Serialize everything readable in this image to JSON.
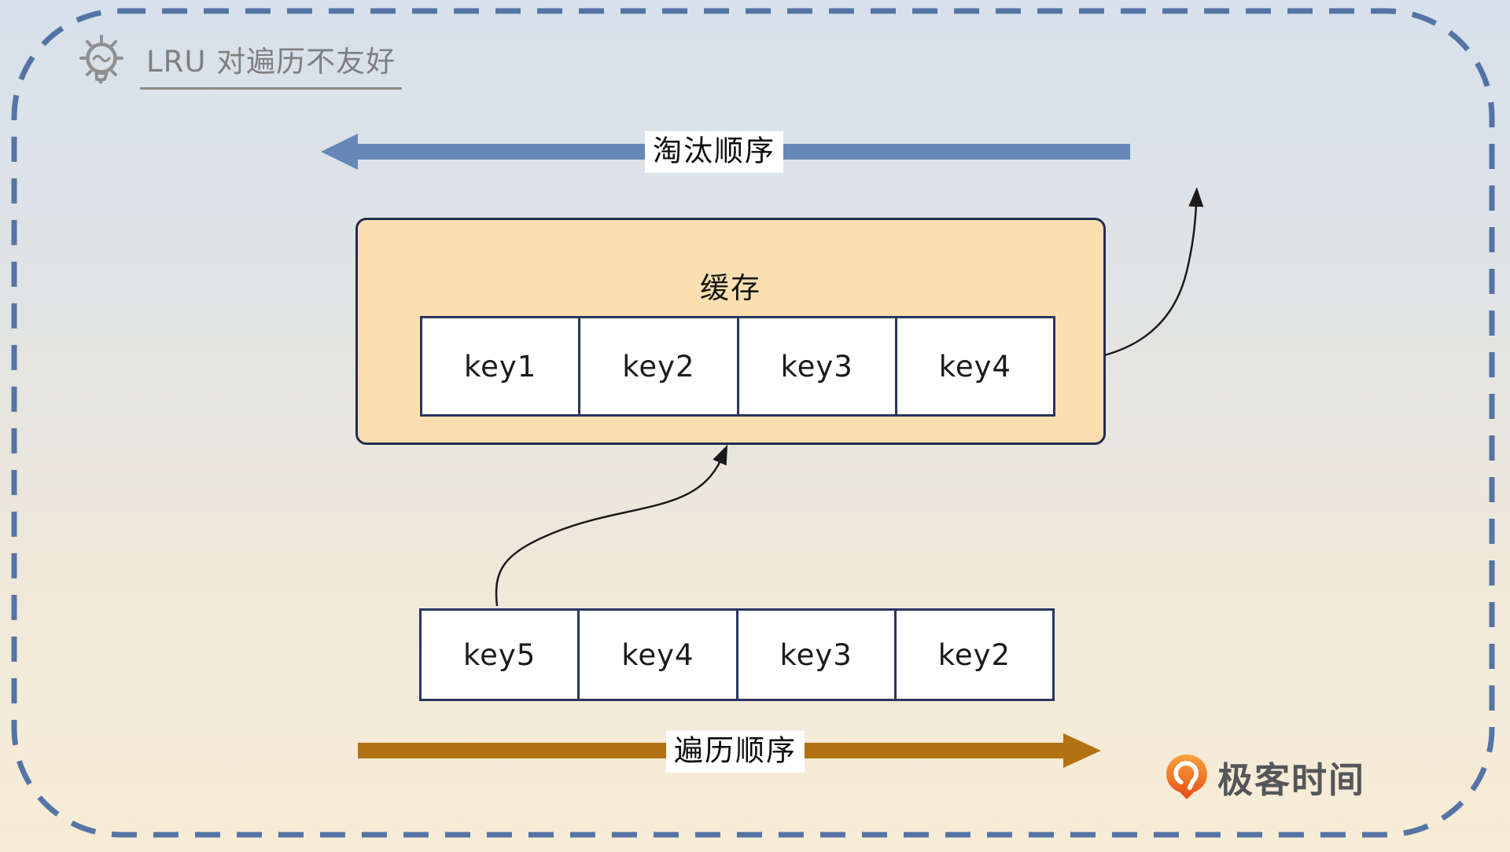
{
  "note": {
    "icon": "lightbulb-icon",
    "title": "LRU 对遍历不友好"
  },
  "eviction_arrow": {
    "label": "淘汰顺序",
    "direction": "left",
    "color": "#6787b7"
  },
  "traversal_arrow": {
    "label": "遍历顺序",
    "direction": "right",
    "color": "#b27112"
  },
  "cache_box": {
    "label": "缓存",
    "fill_color": "#fbdfb0",
    "cells": [
      "key1",
      "key2",
      "key3",
      "key4"
    ]
  },
  "traversal_row": {
    "cells": [
      "key5",
      "key4",
      "key3",
      "key2"
    ]
  },
  "flow_arrows": {
    "evicted_out": "curved arrow from key4 leaving cache upward",
    "inserted_in": "curved arrow from key5 entering cache bottom"
  },
  "brand": {
    "logo_icon": "geektime-pin-icon",
    "name": "极客时间",
    "logo_color": "#ee5a1e"
  },
  "frame": {
    "border_color": "#5474a5",
    "title_color": "#7f7f7f"
  }
}
